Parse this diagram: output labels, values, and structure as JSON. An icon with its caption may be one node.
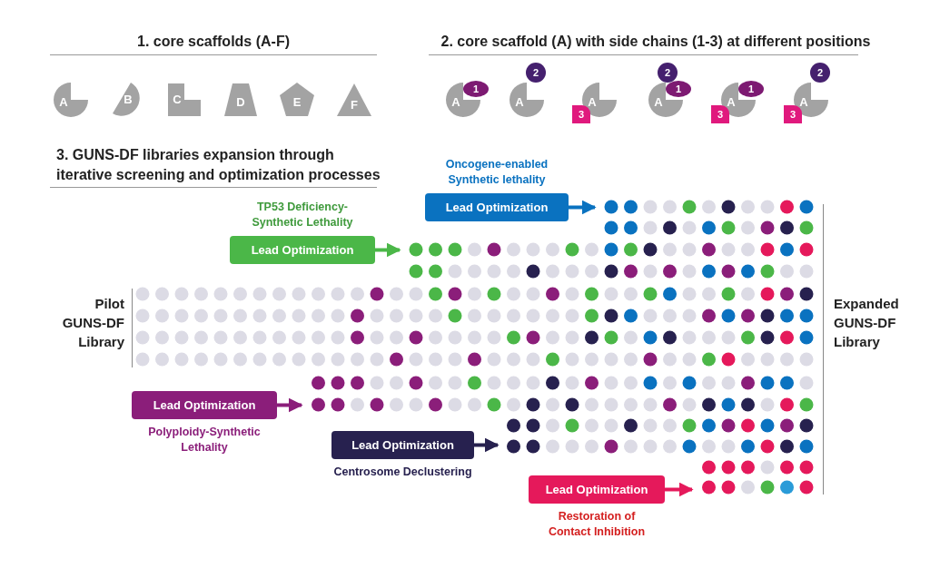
{
  "diagram": {
    "nodes": [
      {
        "text": [
          "A"
        ]
      },
      {
        "text": [
          "B"
        ]
      },
      {
        "text": [
          "C"
        ]
      },
      {
        "text": [
          "D"
        ]
      },
      {
        "text": [
          "E"
        ]
      },
      {
        "text": [
          "F"
        ]
      },
      {
        "text": [
          "A"
        ]
      },
      {
        "text": [
          "1"
        ]
      },
      {
        "text": [
          "2"
        ]
      },
      {
        "text": [
          "A"
        ]
      },
      {
        "text": [
          "A"
        ]
      },
      {
        "text": [
          "3"
        ]
      },
      {
        "text": [
          "2"
        ]
      },
      {
        "text": [
          "A"
        ]
      },
      {
        "text": [
          "1"
        ]
      },
      {
        "text": [
          "A"
        ]
      },
      {
        "text": [
          "1"
        ]
      },
      {
        "text": [
          "3"
        ]
      },
      {
        "text": [
          "2"
        ]
      },
      {
        "text": [
          "A"
        ]
      },
      {
        "text": [
          "3"
        ]
      },
      {
        "text": [
          "Lead Optimization"
        ],
        "beside": [
          "Oncogene-enabled Synthetic lethality"
        ]
      },
      {
        "text": [
          "Lead Optimization"
        ],
        "beside": [
          "TP53 Deficiency- Synthetic Lethality"
        ]
      },
      {
        "text": [
          "Lead Optimization"
        ],
        "beside": [
          "Polyploidy-Synthetic Lethality"
        ]
      },
      {
        "text": [
          "Lead Optimization"
        ],
        "beside": [
          "Centrosome Declustering"
        ]
      },
      {
        "text": [
          "Lead Optimization"
        ],
        "beside": [
          "Restoration of Contact Inhibition"
        ]
      }
    ],
    "edges": [
      {
        "from": 21,
        "to": null,
        "arrow": "to",
        "color": "#0a72c0"
      },
      {
        "from": 22,
        "to": null,
        "arrow": "to",
        "color": "#4bb748"
      },
      {
        "from": 23,
        "to": null,
        "arrow": "to",
        "color": "#8b1e7a"
      },
      {
        "from": 24,
        "to": null,
        "arrow": "to",
        "color": "#27214f"
      },
      {
        "from": 25,
        "to": null,
        "arrow": "to",
        "color": "#e5195b"
      }
    ],
    "labels": [
      "1. core scaffolds (A-F)",
      "2. core scaffold (A) with side chains (1-3) at different positions",
      "3. GUNS-DF libraries expansion through iterative screening and optimization processes",
      "Pilot GUNS-DF Library",
      "Expanded GUNS-DF Library"
    ]
  }
}
